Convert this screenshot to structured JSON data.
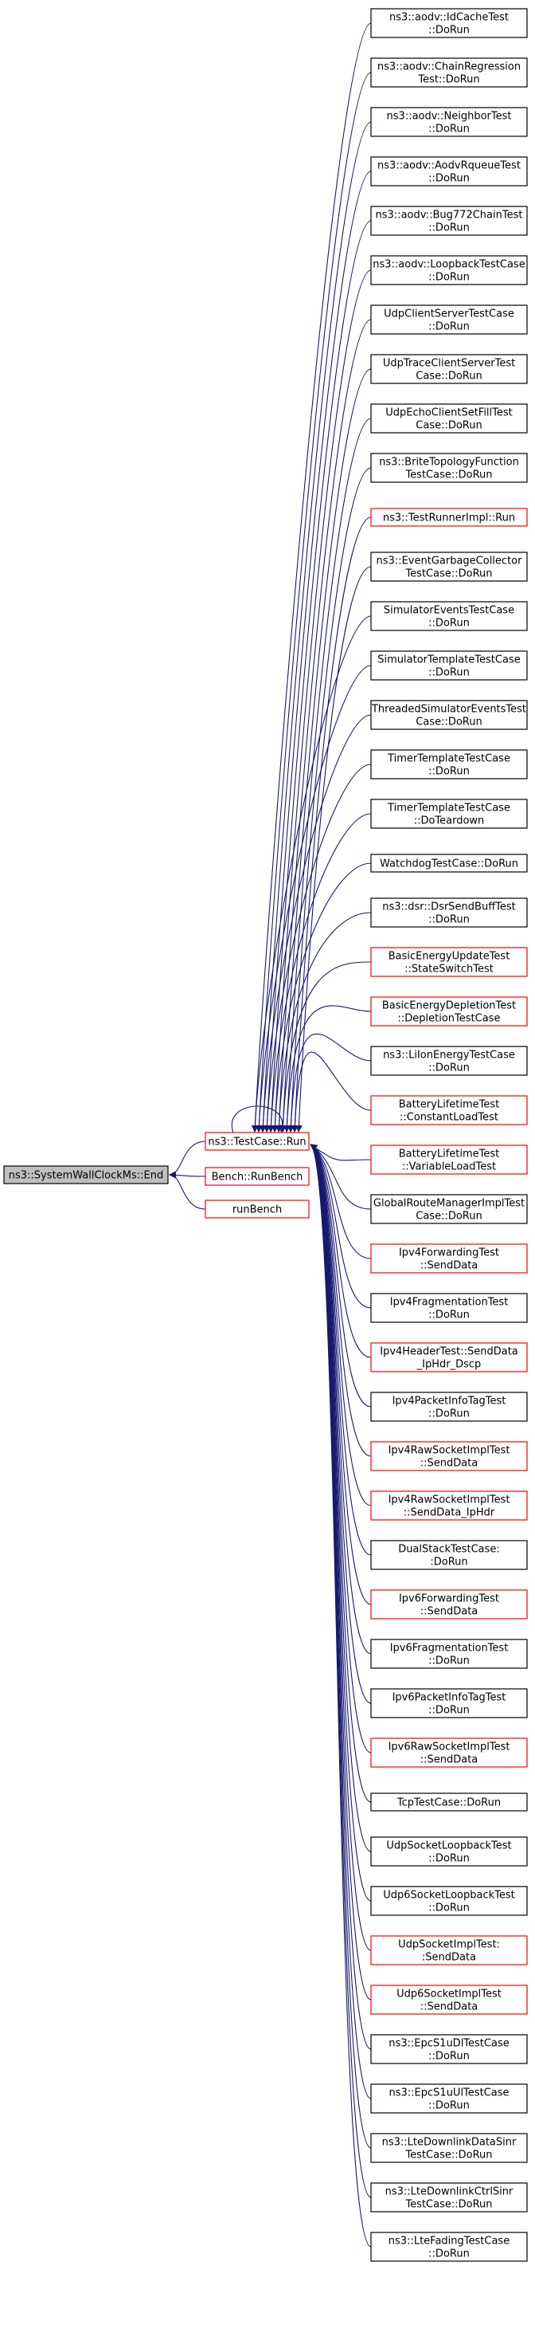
{
  "root": {
    "label": "ns3::SystemWallClockMs::End",
    "style": "root"
  },
  "callers": [
    {
      "id": "testcase-run",
      "label": "ns3::TestCase::Run",
      "style": "red"
    },
    {
      "id": "bench-runbench",
      "label": "Bench::RunBench",
      "style": "red"
    },
    {
      "id": "runbench",
      "label": "runBench",
      "style": "red"
    }
  ],
  "tests": [
    {
      "lines": [
        "ns3::aodv::IdCacheTest",
        "::DoRun"
      ],
      "style": "black"
    },
    {
      "lines": [
        "ns3::aodv::ChainRegression",
        "Test::DoRun"
      ],
      "style": "black"
    },
    {
      "lines": [
        "ns3::aodv::NeighborTest",
        "::DoRun"
      ],
      "style": "black"
    },
    {
      "lines": [
        "ns3::aodv::AodvRqueueTest",
        "::DoRun"
      ],
      "style": "black"
    },
    {
      "lines": [
        "ns3::aodv::Bug772ChainTest",
        "::DoRun"
      ],
      "style": "black"
    },
    {
      "lines": [
        "ns3::aodv::LoopbackTestCase",
        "::DoRun"
      ],
      "style": "black"
    },
    {
      "lines": [
        "UdpClientServerTestCase",
        "::DoRun"
      ],
      "style": "black"
    },
    {
      "lines": [
        "UdpTraceClientServerTest",
        "Case::DoRun"
      ],
      "style": "black"
    },
    {
      "lines": [
        "UdpEchoClientSetFillTest",
        "Case::DoRun"
      ],
      "style": "black"
    },
    {
      "lines": [
        "ns3::BriteTopologyFunction",
        "TestCase::DoRun"
      ],
      "style": "black"
    },
    {
      "lines": [
        "ns3::TestRunnerImpl::Run"
      ],
      "style": "red"
    },
    {
      "lines": [
        "ns3::EventGarbageCollector",
        "TestCase::DoRun"
      ],
      "style": "black"
    },
    {
      "lines": [
        "SimulatorEventsTestCase",
        "::DoRun"
      ],
      "style": "black"
    },
    {
      "lines": [
        "SimulatorTemplateTestCase",
        "::DoRun"
      ],
      "style": "black"
    },
    {
      "lines": [
        "ThreadedSimulatorEventsTest",
        "Case::DoRun"
      ],
      "style": "black"
    },
    {
      "lines": [
        "TimerTemplateTestCase",
        "::DoRun"
      ],
      "style": "black"
    },
    {
      "lines": [
        "TimerTemplateTestCase",
        "::DoTeardown"
      ],
      "style": "black"
    },
    {
      "lines": [
        "WatchdogTestCase::DoRun"
      ],
      "style": "black"
    },
    {
      "lines": [
        "ns3::dsr::DsrSendBuffTest",
        "::DoRun"
      ],
      "style": "black"
    },
    {
      "lines": [
        "BasicEnergyUpdateTest",
        "::StateSwitchTest"
      ],
      "style": "red"
    },
    {
      "lines": [
        "BasicEnergyDepletionTest",
        "::DepletionTestCase"
      ],
      "style": "red"
    },
    {
      "lines": [
        "ns3::LiIonEnergyTestCase",
        "::DoRun"
      ],
      "style": "black"
    },
    {
      "lines": [
        "BatteryLifetimeTest",
        "::ConstantLoadTest"
      ],
      "style": "red"
    },
    {
      "lines": [
        "BatteryLifetimeTest",
        "::VariableLoadTest"
      ],
      "style": "red"
    },
    {
      "lines": [
        "GlobalRouteManagerImplTest",
        "Case::DoRun"
      ],
      "style": "black"
    },
    {
      "lines": [
        "Ipv4ForwardingTest",
        "::SendData"
      ],
      "style": "red"
    },
    {
      "lines": [
        "Ipv4FragmentationTest",
        "::DoRun"
      ],
      "style": "black"
    },
    {
      "lines": [
        "Ipv4HeaderTest::SendData",
        "_IpHdr_Dscp"
      ],
      "style": "red"
    },
    {
      "lines": [
        "Ipv4PacketInfoTagTest",
        "::DoRun"
      ],
      "style": "black"
    },
    {
      "lines": [
        "Ipv4RawSocketImplTest",
        "::SendData"
      ],
      "style": "red"
    },
    {
      "lines": [
        "Ipv4RawSocketImplTest",
        "::SendData_IpHdr"
      ],
      "style": "red"
    },
    {
      "lines": [
        "DualStackTestCase:",
        ":DoRun"
      ],
      "style": "black"
    },
    {
      "lines": [
        "Ipv6ForwardingTest",
        "::SendData"
      ],
      "style": "red"
    },
    {
      "lines": [
        "Ipv6FragmentationTest",
        "::DoRun"
      ],
      "style": "black"
    },
    {
      "lines": [
        "Ipv6PacketInfoTagTest",
        "::DoRun"
      ],
      "style": "black"
    },
    {
      "lines": [
        "Ipv6RawSocketImplTest",
        "::SendData"
      ],
      "style": "red"
    },
    {
      "lines": [
        "TcpTestCase::DoRun"
      ],
      "style": "black"
    },
    {
      "lines": [
        "UdpSocketLoopbackTest",
        "::DoRun"
      ],
      "style": "black"
    },
    {
      "lines": [
        "Udp6SocketLoopbackTest",
        "::DoRun"
      ],
      "style": "black"
    },
    {
      "lines": [
        "UdpSocketImplTest:",
        ":SendData"
      ],
      "style": "red"
    },
    {
      "lines": [
        "Udp6SocketImplTest",
        "::SendData"
      ],
      "style": "red"
    },
    {
      "lines": [
        "ns3::EpcS1uDlTestCase",
        "::DoRun"
      ],
      "style": "black"
    },
    {
      "lines": [
        "ns3::EpcS1uUlTestCase",
        "::DoRun"
      ],
      "style": "black"
    },
    {
      "lines": [
        "ns3::LteDownlinkDataSinr",
        "TestCase::DoRun"
      ],
      "style": "black"
    },
    {
      "lines": [
        "ns3::LteDownlinkCtrlSinr",
        "TestCase::DoRun"
      ],
      "style": "black"
    },
    {
      "lines": [
        "ns3::LteFadingTestCase",
        "::DoRun"
      ],
      "style": "black"
    }
  ],
  "colors": {
    "edge": "#191970",
    "root_fill": "#bfbfbf",
    "red_border": "#ff0000",
    "black_border": "#000000",
    "node_fill": "#ffffff"
  }
}
